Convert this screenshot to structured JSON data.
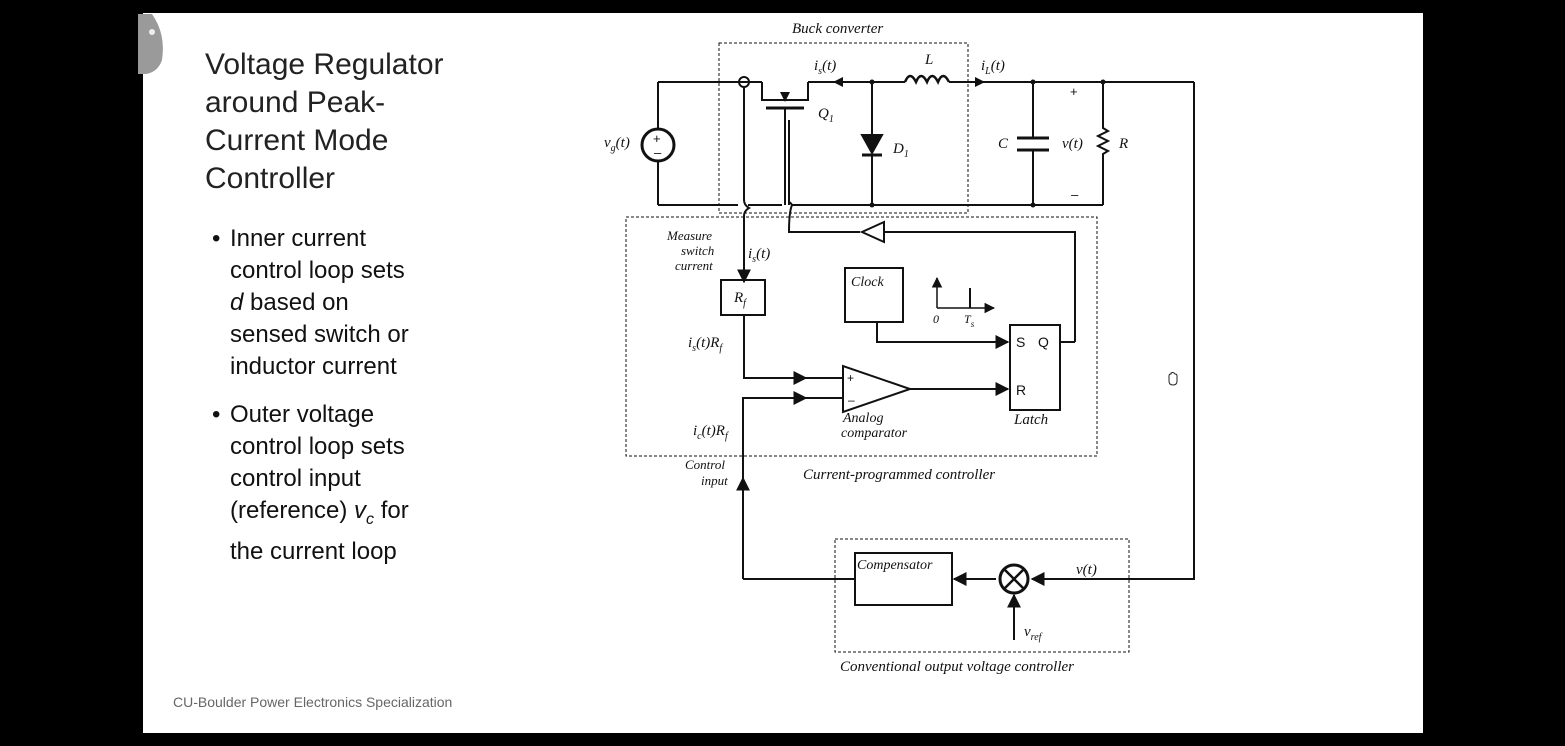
{
  "slide": {
    "title_lines": [
      "Voltage Regulator",
      "around Peak-",
      "Current Mode",
      "Controller"
    ],
    "bullets": [
      {
        "lines": [
          "Inner current",
          "control loop sets"
        ],
        "var": "d",
        "rest": " based on",
        "tail": [
          "sensed switch or",
          "inductor current"
        ]
      },
      {
        "lines": [
          "Outer voltage",
          "control loop sets",
          "control input"
        ],
        "pre": "(reference) ",
        "var": "v",
        "sub": "c",
        "post": " for",
        "tail": [
          "the current loop"
        ]
      }
    ],
    "footer": "CU-Boulder Power Electronics Specialization"
  },
  "diagram": {
    "buck_converter_label": "Buck converter",
    "is_t": "i",
    "is_t_sub": "s",
    "is_t_suffix": "(t)",
    "L": "L",
    "iL_t": "i",
    "iL_sub": "L",
    "iL_suffix": "(t)",
    "Q1": "Q",
    "Q1_sub": "1",
    "D1": "D",
    "D1_sub": "1",
    "vg": "v",
    "vg_sub": "g",
    "vg_suffix": "(t)",
    "C": "C",
    "vt": "v(t)",
    "R": "R",
    "plus": "+",
    "minus": "–",
    "measure_line1": "Measure",
    "measure_line2": "switch",
    "measure_line3": "current",
    "is_t2": "i",
    "is_t2_sub": "s",
    "is_t2_suffix": "(t)",
    "Rf": "R",
    "Rf_sub": "f",
    "isRf": "i",
    "isRf_sub": "s",
    "isRf_mid": "(t)R",
    "isRf_sub2": "f",
    "clock": "Clock",
    "zero": "0",
    "Ts": "T",
    "Ts_sub": "s",
    "S": "S",
    "Q": "Q",
    "Rlatch": "R",
    "latch": "Latch",
    "comp_plus": "+",
    "comp_minus": "–",
    "analog_line1": "Analog",
    "analog_line2": "comparator",
    "icRf": "i",
    "icRf_sub": "c",
    "icRf_mid": "(t)R",
    "icRf_sub2": "f",
    "control_line1": "Control",
    "control_line2": "input",
    "cp_controller": "Current-programmed controller",
    "compensator": "Compensator",
    "vt2": "v(t)",
    "vref": "v",
    "vref_sub": "ref",
    "cov_controller": "Conventional output voltage controller"
  }
}
